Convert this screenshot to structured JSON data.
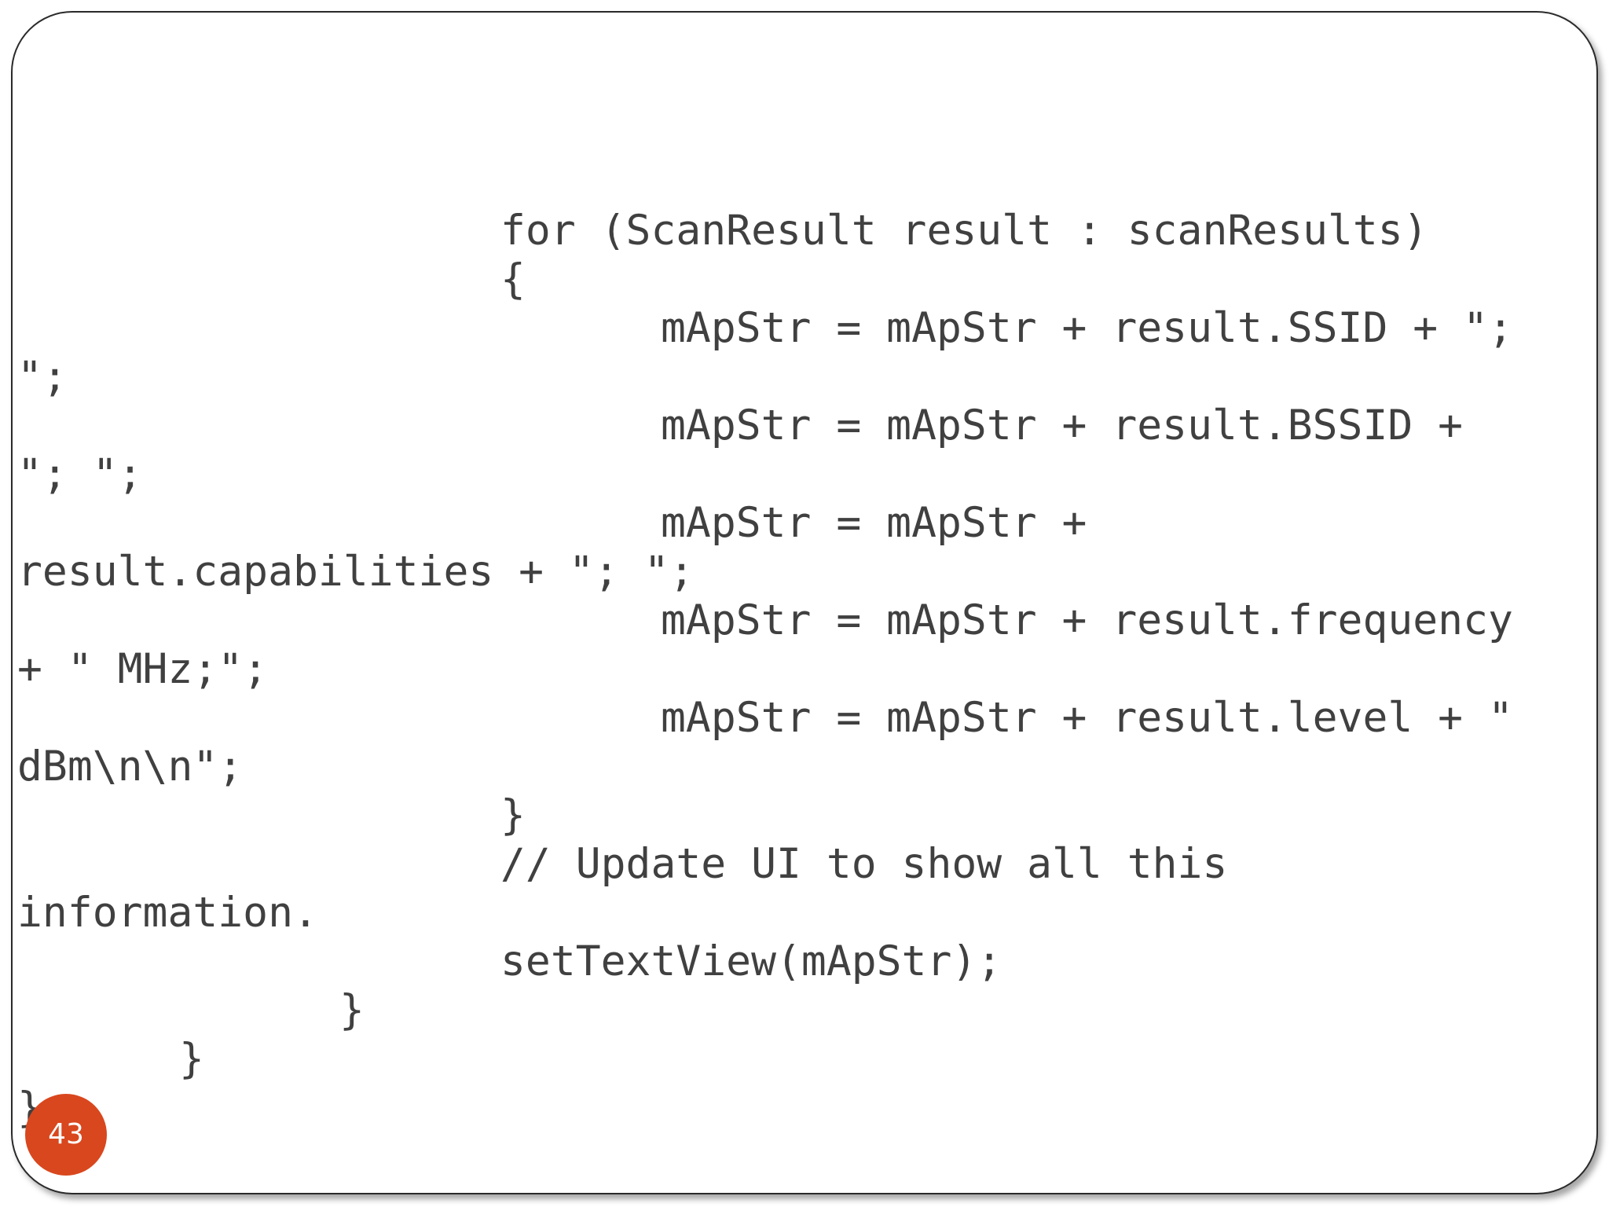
{
  "slide": {
    "code_lines": [
      "for (ScanResult result : scanResults)",
      "{",
      "mApStr = mApStr + result.SSID + \";",
      "\";",
      "mApStr = mApStr + result.BSSID +",
      "\"; \";",
      "mApStr = mApStr +",
      "result.capabilities + \"; \";",
      "mApStr = mApStr + result.frequency",
      "+ \" MHz;\";",
      "mApStr = mApStr + result.level + \"",
      "dBm\\n\\n\";",
      "}",
      "// Update UI to show all this",
      "information.",
      "setTextView(mApStr);",
      "}",
      "}",
      "};"
    ],
    "slide_number": "43",
    "accent_color": "#d9471e"
  }
}
